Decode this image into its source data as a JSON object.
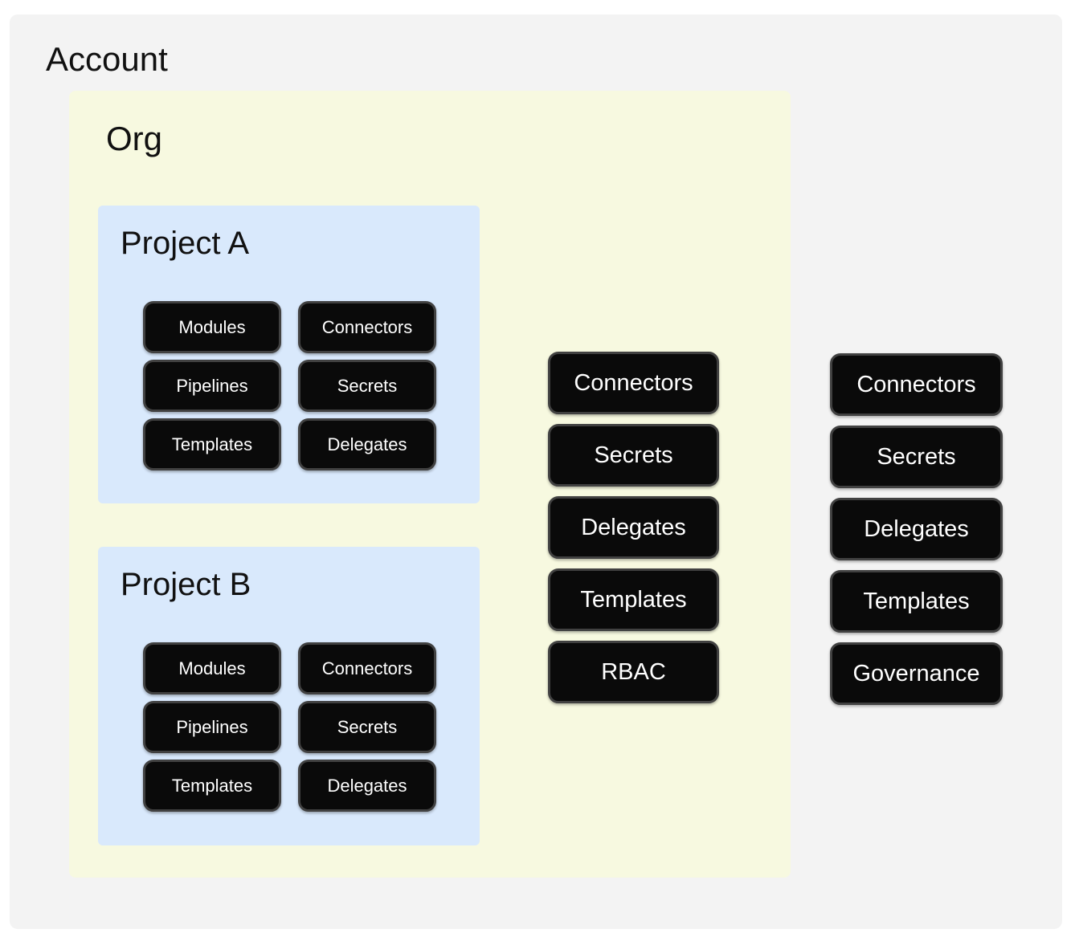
{
  "colors": {
    "page-bg": "#ffffff",
    "account-bg": "#f3f3f3",
    "org-bg": "#f7f9e0",
    "project-bg": "#d9e9fc",
    "pill-bg": "#0a0a0a",
    "pill-border": "#414141",
    "pill-text": "#ffffff",
    "title-text": "#111111"
  },
  "account": {
    "title": "Account",
    "pills": [
      "Connectors",
      "Secrets",
      "Delegates",
      "Templates",
      "Governance"
    ]
  },
  "org": {
    "title": "Org",
    "pills": [
      "Connectors",
      "Secrets",
      "Delegates",
      "Templates",
      "RBAC"
    ],
    "projects": [
      {
        "title": "Project A",
        "pills": [
          "Modules",
          "Connectors",
          "Pipelines",
          "Secrets",
          "Templates",
          "Delegates"
        ]
      },
      {
        "title": "Project B",
        "pills": [
          "Modules",
          "Connectors",
          "Pipelines",
          "Secrets",
          "Templates",
          "Delegates"
        ]
      }
    ]
  }
}
